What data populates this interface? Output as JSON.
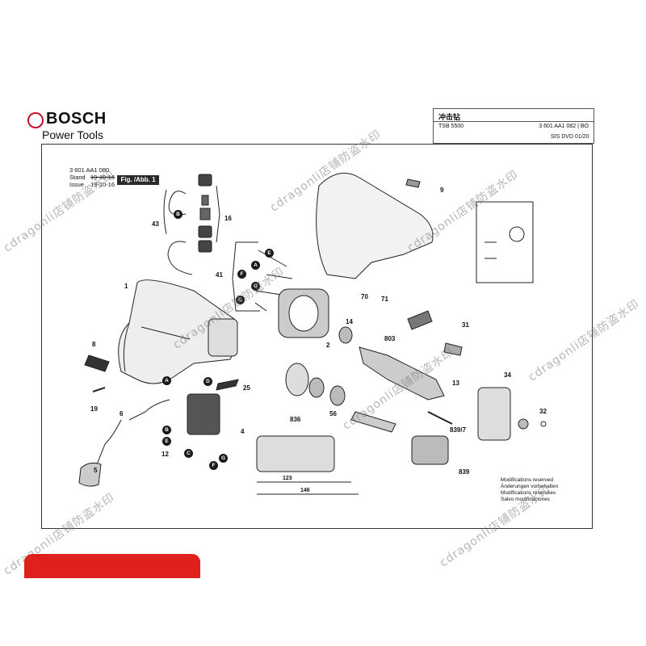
{
  "header": {
    "brand": "BOSCH",
    "subtitle": "Power Tools",
    "model_name": "冲击钻",
    "model_sub": "TSB 5500",
    "model_code": "3 601 AA1 082 | BO",
    "sis": "SIS DVD 01/20"
  },
  "meta": {
    "part_no": "3 601 AA1 080",
    "stand_label": "Stand",
    "stand_value": "19-10-16",
    "issue_label": "Issue",
    "issue_value": "19-10-16",
    "figure_tag": "Fig. /Abb. 1"
  },
  "labels": {
    "p1": "1",
    "p2": "2",
    "p4": "4",
    "p5": "5",
    "p6": "6",
    "p8": "8",
    "p9": "9",
    "p12": "12",
    "p13": "13",
    "p14": "14",
    "p16": "16",
    "p19": "19",
    "p25": "25",
    "p31": "31",
    "p32": "32",
    "p34": "34",
    "p41": "41",
    "p43": "43",
    "p56": "56",
    "p70": "70",
    "p71": "71",
    "p803": "803",
    "p836": "836",
    "p839": "839",
    "p839_7": "839/7"
  },
  "callouts": {
    "A": "A",
    "B": "B",
    "C": "C",
    "D": "D",
    "E": "E",
    "F": "F",
    "G": "G"
  },
  "dimensions": {
    "d123": "123",
    "d146": "146"
  },
  "modifications": [
    "Modifications reserved",
    "Änderungen vorbehalten",
    "Modifications réservées",
    "Salvo modificaciones"
  ],
  "watermark": {
    "text": "cdragonli店铺防盗水印"
  },
  "colors": {
    "brand_red": "#c8102e",
    "bar_red": "#e0201d"
  }
}
